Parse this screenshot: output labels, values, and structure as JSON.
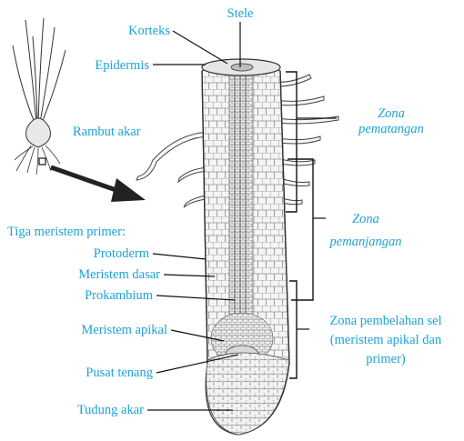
{
  "labels": {
    "stele": "Stele",
    "korteks": "Korteks",
    "epidermis": "Epidermis",
    "rambut_akar": "Rambut akar",
    "tiga_meristem": "Tiga meristem primer:",
    "protoderm": "Protoderm",
    "meristem_dasar": "Meristem dasar",
    "prokambium": "Prokambium",
    "meristem_apikal": "Meristem apikal",
    "pusat_tenang": "Pusat tenang",
    "tudung_akar": "Tudung akar"
  },
  "zones": {
    "pematangan": [
      "Zona",
      "pematangan"
    ],
    "pemanjangan": [
      "Zona",
      "pemanjangan"
    ],
    "pembelahan": [
      "Zona pembelahan sel",
      "(meristem apikal dan",
      "primer)"
    ]
  },
  "colors": {
    "label": "#1aa3d9",
    "line": "#111111",
    "cell": "#555555"
  },
  "icons": {
    "pointer_arrow": "arrow-icon",
    "plant": "onion-plant-icon"
  }
}
